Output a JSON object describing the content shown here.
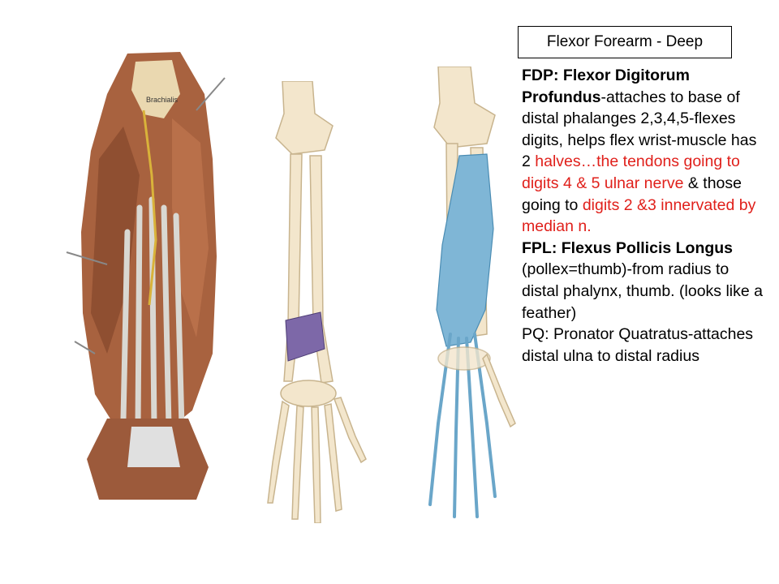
{
  "slide": {
    "title": "Flexor Forearm - Deep",
    "fdp": {
      "heading": "FDP: Flexor Digitorum Profundus",
      "text_black": "-attaches to base of distal phalanges 2,3,4,5-flexes digits, helps flex wrist-muscle has 2 ",
      "text_red_1": "halves…the tendons going to digits 4 & 5 ulnar nerve",
      "text_black_2": " & those going to ",
      "text_red_2": "digits 2 &3 innervated by median n."
    },
    "fpl": {
      "heading": "FPL: Flexus Pollicis Longus",
      "text": " (pollex=thumb)-from radius to distal phalynx, thumb. (looks like a feather)"
    },
    "pq": {
      "text": "PQ: Pronator Quatratus-attaches distal ulna to distal radius"
    },
    "illustration_labels": {
      "muscle_label": "Brachialis"
    },
    "colors": {
      "muscle": "#a8623f",
      "tendon": "#d9d8d2",
      "bone": "#f3e6cc",
      "pronator": "#7d68a8",
      "fdp_muscle": "#7fb6d6",
      "red_text": "#e0201b"
    }
  }
}
